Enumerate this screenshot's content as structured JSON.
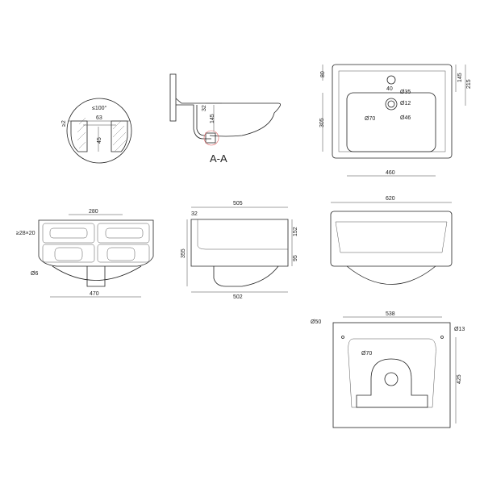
{
  "detail": {
    "min_thickness": "≥2",
    "angle": "≤100°",
    "width": "63",
    "depth": "45"
  },
  "section": {
    "title": "A-A",
    "dim_top": "32",
    "dim_drop": "145"
  },
  "top_view": {
    "d80": "80",
    "d145": "145",
    "d215": "215",
    "d305": "305",
    "d460": "460",
    "d40": "40",
    "dia35": "Ø35",
    "dia12": "Ø12",
    "dia70": "Ø70",
    "dia46": "Ø46"
  },
  "under_view": {
    "d280": "280",
    "slot": "≥28×20",
    "dia6": "Ø6",
    "d470": "470"
  },
  "side_view": {
    "d505": "505",
    "d32": "32",
    "d355": "355",
    "d152": "152",
    "d95": "95",
    "d502": "502"
  },
  "front_view": {
    "d620": "620"
  },
  "bottom_view": {
    "d538": "538",
    "dia50": "Ø50",
    "dia13": "Ø13",
    "dia70": "Ø70",
    "d425": "425"
  }
}
